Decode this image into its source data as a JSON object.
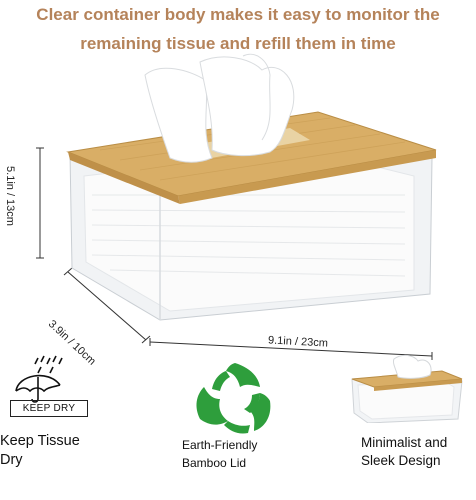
{
  "headline": {
    "line1": "Clear container body makes it easy to monitor the",
    "line2": "remaining tissue and refill them in time"
  },
  "dimensions": {
    "height": "5.1in / 13cm",
    "depth": "3.9in / 10cm",
    "width": "9.1in / 23cm"
  },
  "features": [
    {
      "icon": "umbrella-rain-icon",
      "badge": "KEEP DRY",
      "line1": "Keep Tissue",
      "line2": "Dry"
    },
    {
      "icon": "recycle-leaves-icon",
      "line1": "Earth-Friendly",
      "line2": "Bamboo Lid"
    },
    {
      "icon": "tissue-box-thumbnail",
      "line1": "Minimalist and",
      "line2": "Sleek Design"
    }
  ],
  "colors": {
    "headline": "#b5835a",
    "bamboo": "#d7ad63",
    "leaf_green": "#2e9e3c"
  }
}
